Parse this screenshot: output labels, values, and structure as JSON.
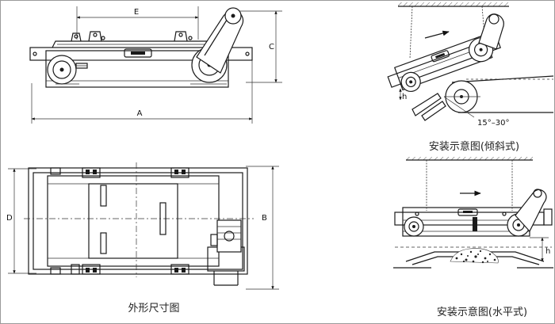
{
  "labels": {
    "E": "E",
    "C": "C",
    "A": "A",
    "D": "D",
    "B": "B",
    "h_incline": "h",
    "h_horizontal": "h",
    "angle": "15°–30°"
  },
  "captions": {
    "outline": "外形尺寸图",
    "inclined": "安装示意图(倾斜式)",
    "horizontal": "安装示意图(水平式)"
  }
}
